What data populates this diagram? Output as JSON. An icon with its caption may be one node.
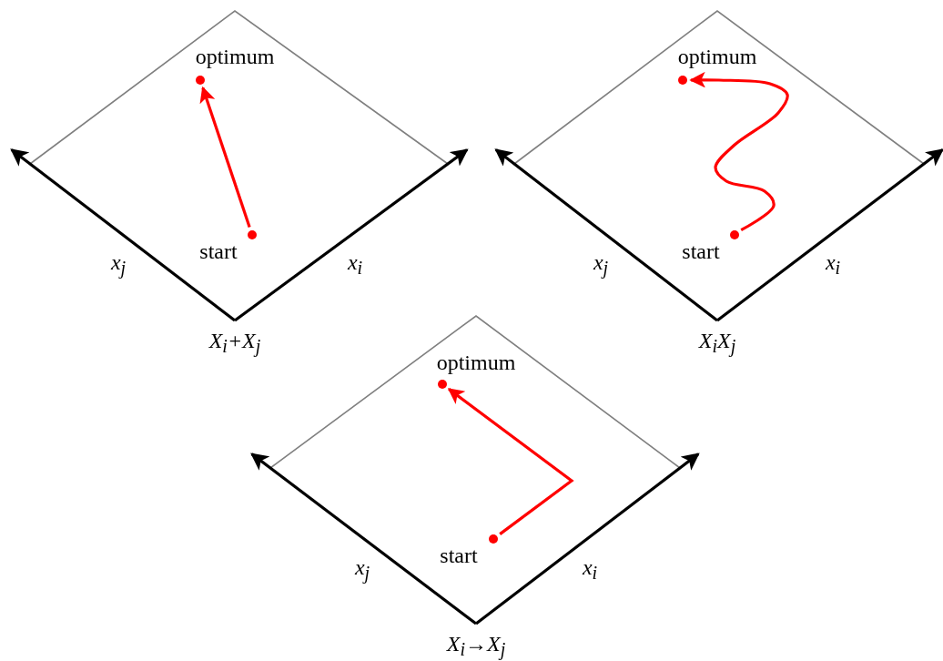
{
  "diagram": {
    "nodes": [
      {
        "text": [
          "X$_{i}$+X$_{j}$"
        ]
      },
      {
        "text": [],
        "shape": "circle",
        "beside": [
          "optimum"
        ],
        "in": 0
      },
      {
        "text": [],
        "shape": "circle",
        "beside": [
          "start"
        ],
        "in": 0
      },
      {
        "text": [
          "X$_{i}$X$_{j}$"
        ]
      },
      {
        "text": [],
        "shape": "circle",
        "beside": [
          "optimum"
        ],
        "in": 3
      },
      {
        "text": [],
        "shape": "circle",
        "beside": [
          "start"
        ],
        "in": 3
      },
      {
        "text": [
          "X$_{i}$→X$_{j}$"
        ]
      },
      {
        "text": [],
        "shape": "circle",
        "beside": [
          "optimum"
        ],
        "in": 6
      },
      {
        "text": [],
        "shape": "circle",
        "beside": [
          "start"
        ],
        "in": 6
      }
    ],
    "edges": [
      {
        "from": 2,
        "to": 1,
        "arrow": "to"
      },
      {
        "from": 5,
        "to": 4,
        "arrow": "to"
      },
      {
        "from": 8,
        "to": 7,
        "arrow": "to"
      }
    ],
    "labels": [
      "x$_{j}$",
      "x$_{i}$",
      "x$_{j}$",
      "x$_{i}$",
      "x$_{j}$",
      "x$_{i}$"
    ]
  }
}
